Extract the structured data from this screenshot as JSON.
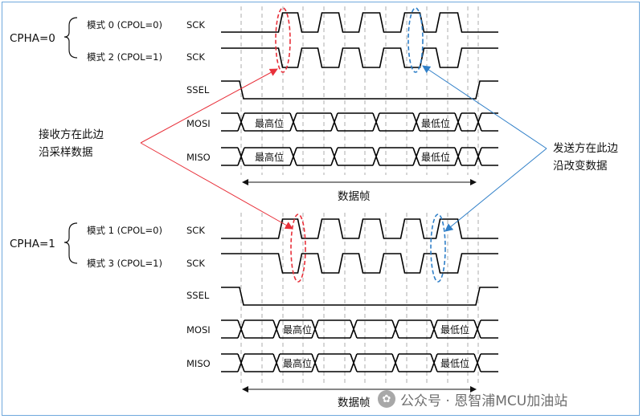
{
  "cpha0": {
    "label": "CPHA=0",
    "mode_a": "模式 0 (CPOL=0)",
    "mode_b": "模式 2 (CPOL=1)"
  },
  "cpha1": {
    "label": "CPHA=1",
    "mode_a": "模式 1 (CPOL=0)",
    "mode_b": "模式 3 (CPOL=1)"
  },
  "signals": {
    "sck": "SCK",
    "ssel": "SSEL",
    "mosi": "MOSI",
    "miso": "MISO"
  },
  "bits": {
    "msb": "最高位",
    "lsb": "最低位"
  },
  "frame_label": "数据帧",
  "annotations": {
    "receiver_line1": "接收方在此边",
    "receiver_line2": "沿采样数据",
    "sender_line1": "发送方在此边",
    "sender_line2": "沿改变数据"
  },
  "watermark": "公众号 · 恩智浦MCU加油站",
  "colors": {
    "receiver": "#e8303a",
    "sender": "#2f7fc8",
    "frame_border": "#6fa8dc"
  }
}
